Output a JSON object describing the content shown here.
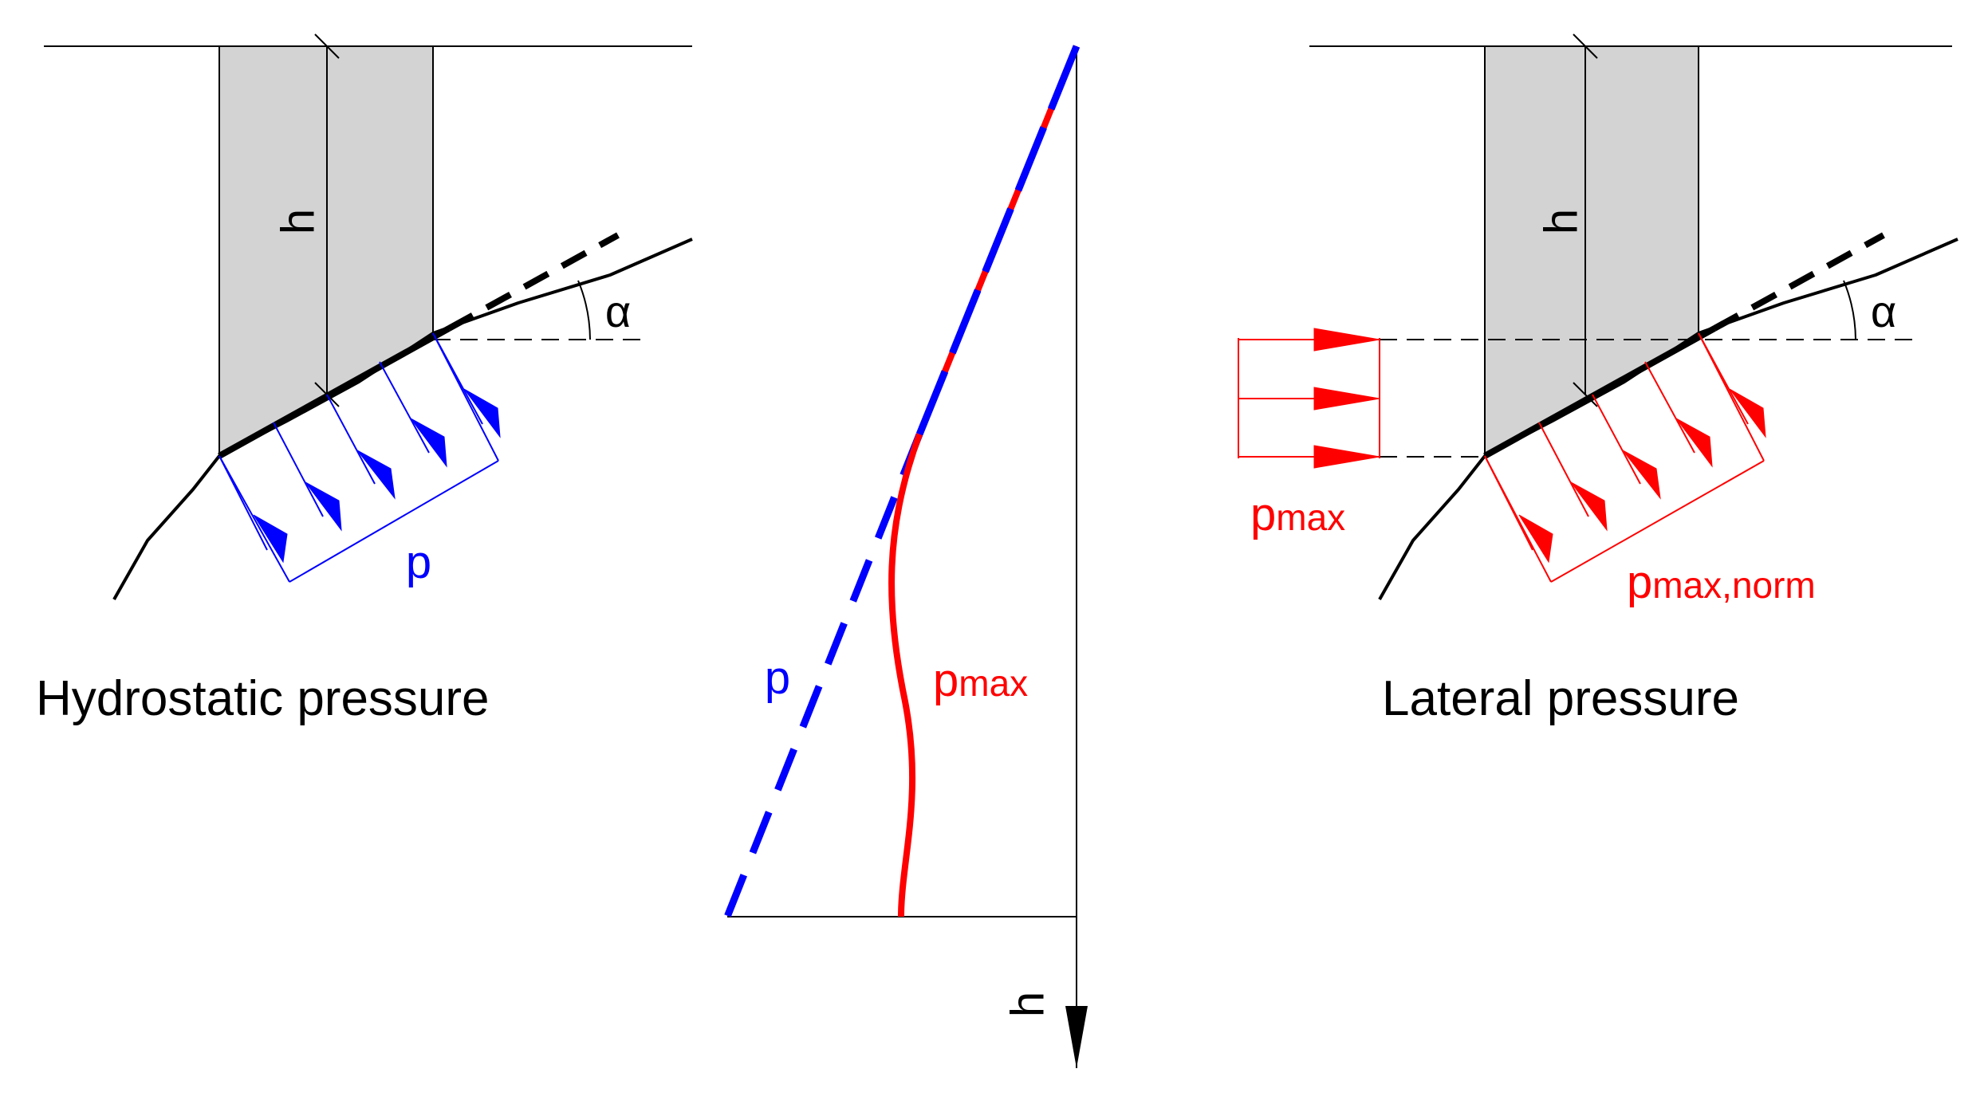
{
  "labels": {
    "left_title": "Hydrostatic pressure",
    "right_title": "Lateral pressure",
    "h": "h",
    "alpha": "α",
    "p": "p",
    "p_main": "p",
    "pmax_sub": "max",
    "pmaxnorm_sub": "max,norm"
  },
  "colors": {
    "ink": "#000000",
    "hydrostatic": "#0000ff",
    "lateral": "#ff0000",
    "fill": "#d3d3d3"
  }
}
